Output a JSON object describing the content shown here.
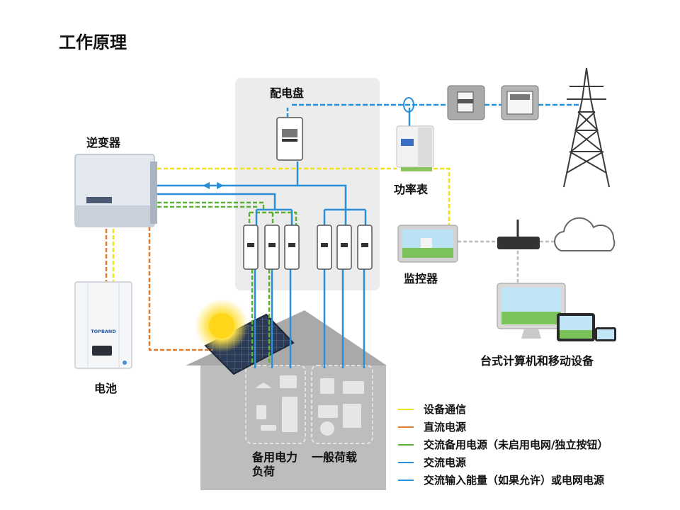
{
  "title": "工作原理",
  "labels": {
    "panel": "配电盘",
    "inverter": "逆变器",
    "meter": "功率表",
    "monitor": "监控器",
    "battery": "电池",
    "devices": "台式计算机和移动设备",
    "backup_load_line1": "备用电力",
    "backup_load_line2": "负荷",
    "general_load": "一般荷载",
    "battery_brand": "TOPBAND"
  },
  "legend": [
    {
      "label": "设备通信",
      "color": "#f2e21c"
    },
    {
      "label": "直流电源",
      "color": "#e07a2c"
    },
    {
      "label": "交流备用电源（未启用电网/独立按钮）",
      "color": "#5bb134"
    },
    {
      "label": "交流电源",
      "color": "#2a8fd6"
    },
    {
      "label": "交流输入能量（如果允许）或电网电源",
      "color": "#2a8fd6"
    }
  ],
  "colors": {
    "communication": "#f2e21c",
    "dc": "#e07a2c",
    "ac_backup": "#5bb134",
    "ac": "#2a8fd6"
  },
  "icons": [
    "inverter-icon",
    "battery-icon",
    "panel-box-icon",
    "breaker-icon",
    "power-meter-icon",
    "grid-meter-icon",
    "transmission-tower-icon",
    "monitor-icon",
    "router-icon",
    "cloud-icon",
    "desktop-icon",
    "tablet-icon",
    "phone-icon",
    "sun-icon",
    "solar-panel-icon",
    "house-icon",
    "appliance-icon"
  ]
}
